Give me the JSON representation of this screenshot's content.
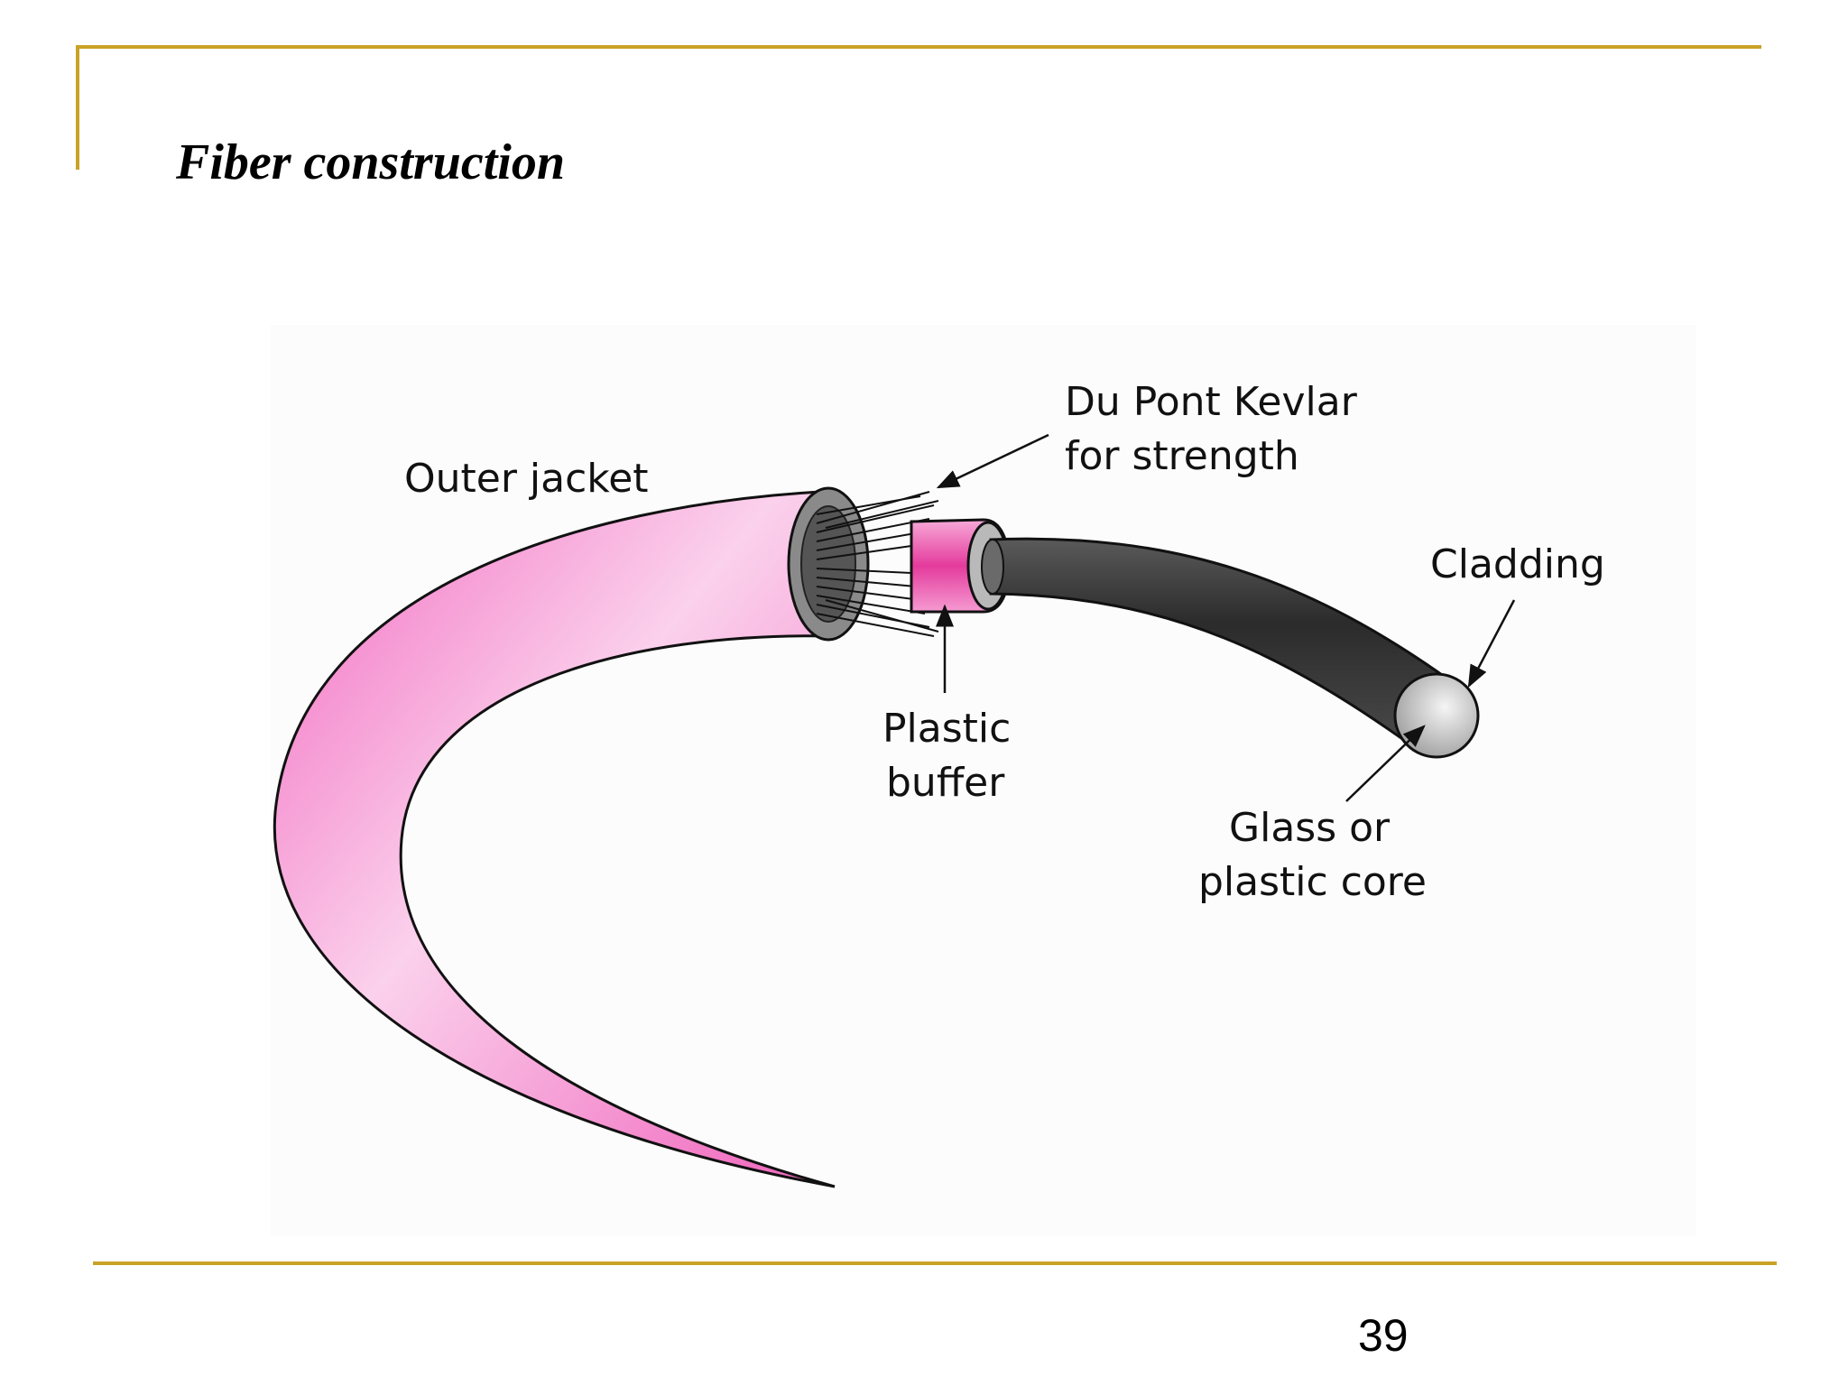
{
  "slide": {
    "title": "Fiber construction",
    "page_number": "39"
  },
  "colors": {
    "frame_gold": "#c9a227",
    "jacket_pink": "#f47fc8",
    "buffer_magenta": "#e7379e",
    "cladding_dark": "#3a3a3a",
    "core_gray": "#cfcfcf"
  },
  "diagram": {
    "labels": {
      "outer_jacket": "Outer jacket",
      "kevlar_line1": "Du Pont Kevlar",
      "kevlar_line2": "for strength",
      "plastic_buffer_line1": "Plastic",
      "plastic_buffer_line2": "buffer",
      "cladding": "Cladding",
      "core_line1": "Glass or",
      "core_line2": "plastic core"
    }
  }
}
